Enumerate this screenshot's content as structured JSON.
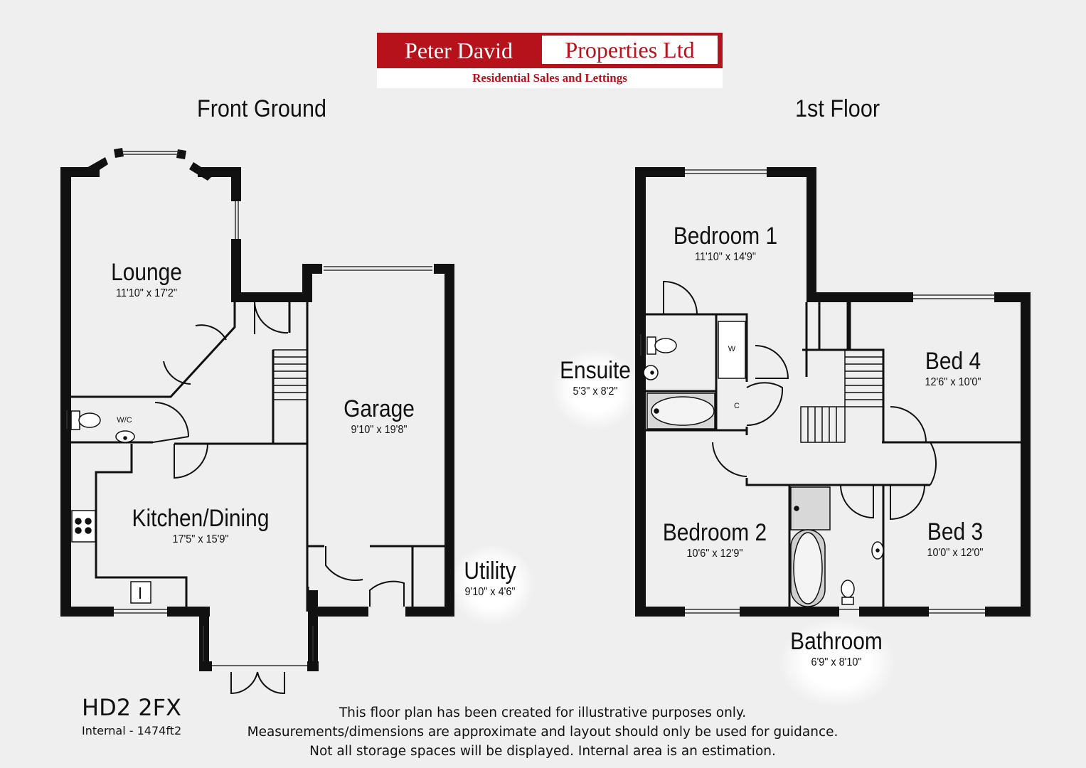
{
  "logo": {
    "company_left": "Peter David",
    "company_right": "Properties Ltd",
    "tagline": "Residential Sales and Lettings",
    "brand_color": "#b5121b"
  },
  "floors": {
    "ground": "Front Ground",
    "first": "1st Floor"
  },
  "rooms": {
    "lounge": {
      "name": "Lounge",
      "dim": "11'10\" x 17'2\""
    },
    "garage": {
      "name": "Garage",
      "dim": "9'10\" x 19'8\""
    },
    "kitchen": {
      "name": "Kitchen/Dining",
      "dim": "17'5\" x 15'9\""
    },
    "utility": {
      "name": "Utility",
      "dim": "9'10\" x 4'6\""
    },
    "bedroom1": {
      "name": "Bedroom 1",
      "dim": "11'10\" x 14'9\""
    },
    "ensuite": {
      "name": "Ensuite",
      "dim": "5'3\" x 8'2\""
    },
    "bed4": {
      "name": "Bed 4",
      "dim": "12'6\" x 10'0\""
    },
    "bedroom2": {
      "name": "Bedroom 2",
      "dim": "10'6\" x 12'9\""
    },
    "bed3": {
      "name": "Bed 3",
      "dim": "10'0\" x 12'0\""
    },
    "bathroom": {
      "name": "Bathroom",
      "dim": "6'9\" x 8'10\""
    }
  },
  "labels": {
    "wc": "W/C",
    "wardrobe": "W",
    "cupboard": "C"
  },
  "footer": {
    "postcode": "HD2 2FX",
    "area": "Internal - 1474ft2",
    "disclaimer_1": "This floor plan has been created for illustrative purposes only.",
    "disclaimer_2": "Measurements/dimensions are approximate and layout should only be used for guidance.",
    "disclaimer_3": "Not all storage spaces will be displayed. Internal area is an estimation."
  }
}
